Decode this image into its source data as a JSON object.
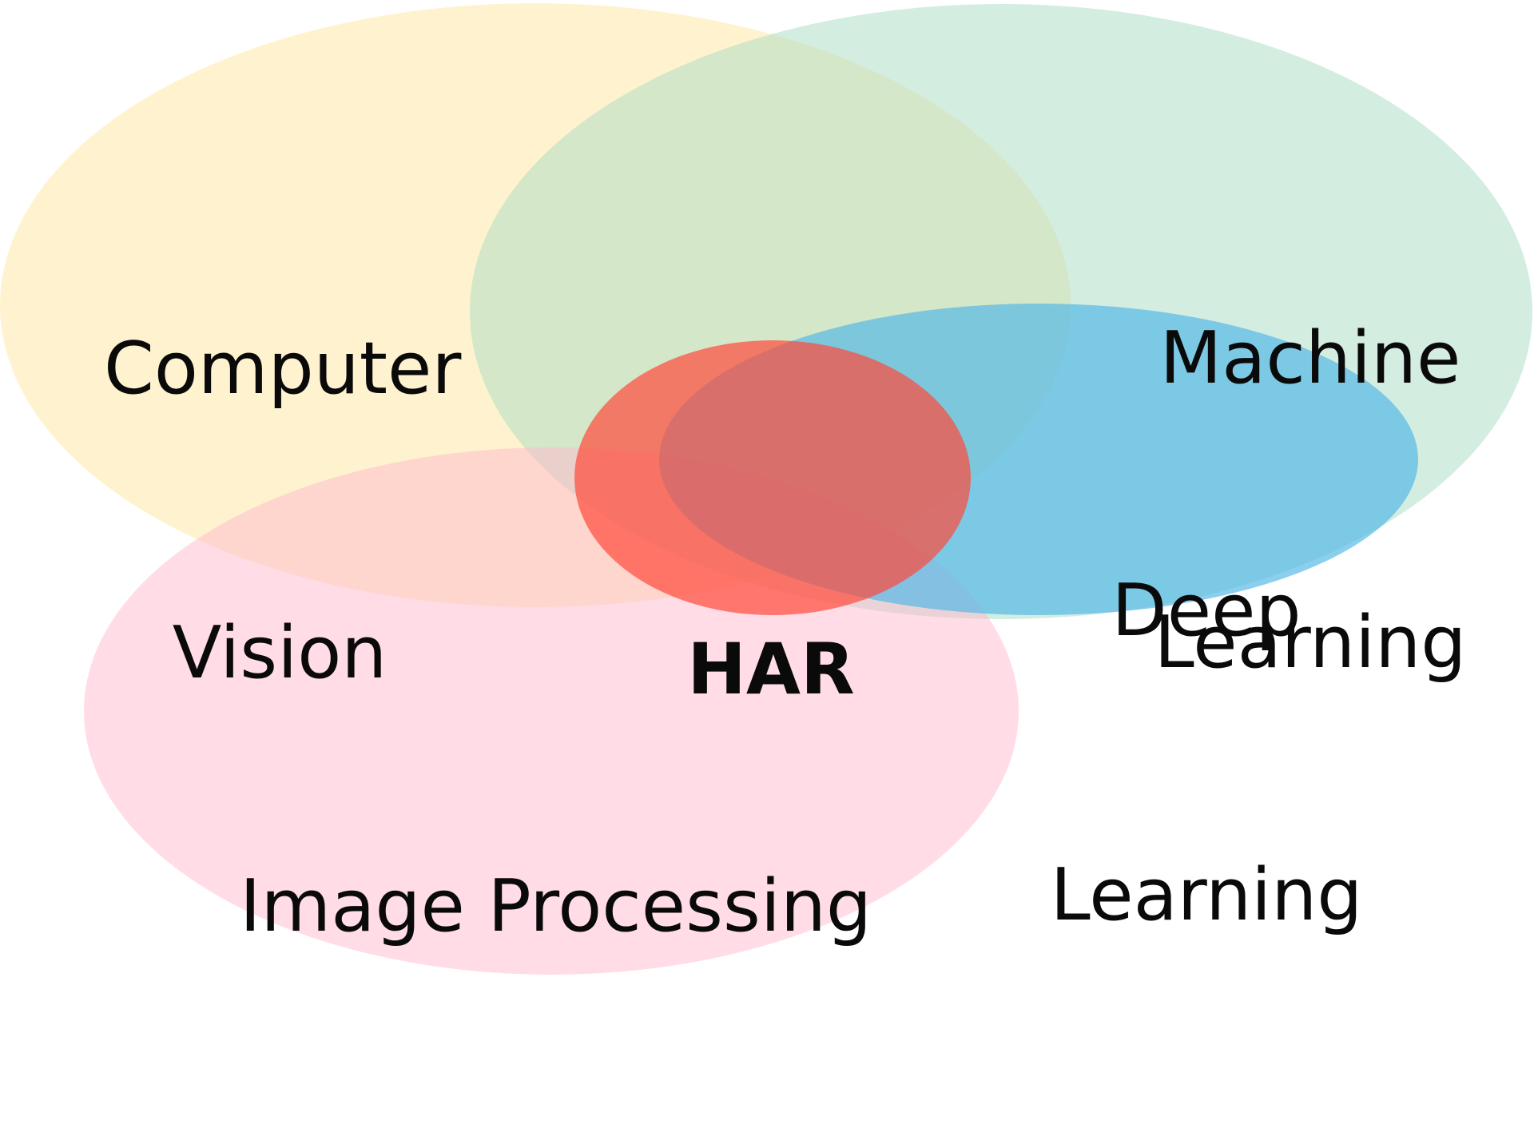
{
  "diagram": {
    "sets": [
      {
        "id": "computer_vision",
        "lines": [
          "Computer",
          "Vision"
        ],
        "color": "#FFE9A8",
        "opacity": 0.55
      },
      {
        "id": "machine_learning",
        "lines": [
          "Machine",
          "Learning"
        ],
        "color": "#A9DCC3",
        "opacity": 0.5
      },
      {
        "id": "image_processing",
        "lines": [
          "Image Processing"
        ],
        "color": "#FFB9CE",
        "opacity": 0.5
      },
      {
        "id": "deep_learning",
        "lines": [
          "Deep",
          "Learning"
        ],
        "color": "#4DB5E6",
        "opacity": 0.65
      },
      {
        "id": "har",
        "lines": [
          "HAR"
        ],
        "color": "#FF4A3A",
        "opacity": 0.7
      }
    ]
  }
}
